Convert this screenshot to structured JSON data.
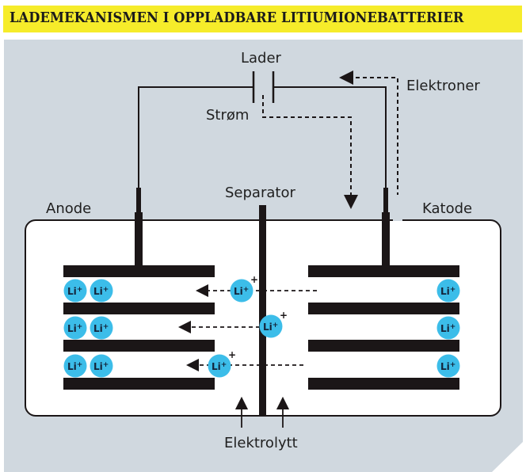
{
  "title": "LADEMEKANISMEN I OPPLADBARE LITIUMIONEBATTERIER",
  "labels": {
    "charger": "Lader",
    "current": "Strøm",
    "electrons": "Elektroner",
    "separator": "Separator",
    "anode": "Anode",
    "cathode": "Katode",
    "electrolyte": "Elektrolytt"
  },
  "ion": {
    "label": "Li",
    "charge": "+"
  },
  "colors": {
    "title_background": "#f6ec2a",
    "panel_background": "#d0d8df",
    "ion_fill": "#3cbde9",
    "electrode": "#1b1617"
  },
  "anode_ion_rows": [
    {
      "count": 2
    },
    {
      "count": 2
    },
    {
      "count": 2
    }
  ],
  "cathode_ion_rows": [
    {
      "count": 1
    },
    {
      "count": 1
    },
    {
      "count": 1
    }
  ],
  "migrating_ions": [
    {
      "row": 1,
      "direction": "anode"
    },
    {
      "row": 2,
      "direction": "anode"
    },
    {
      "row": 3,
      "direction": "anode"
    }
  ]
}
